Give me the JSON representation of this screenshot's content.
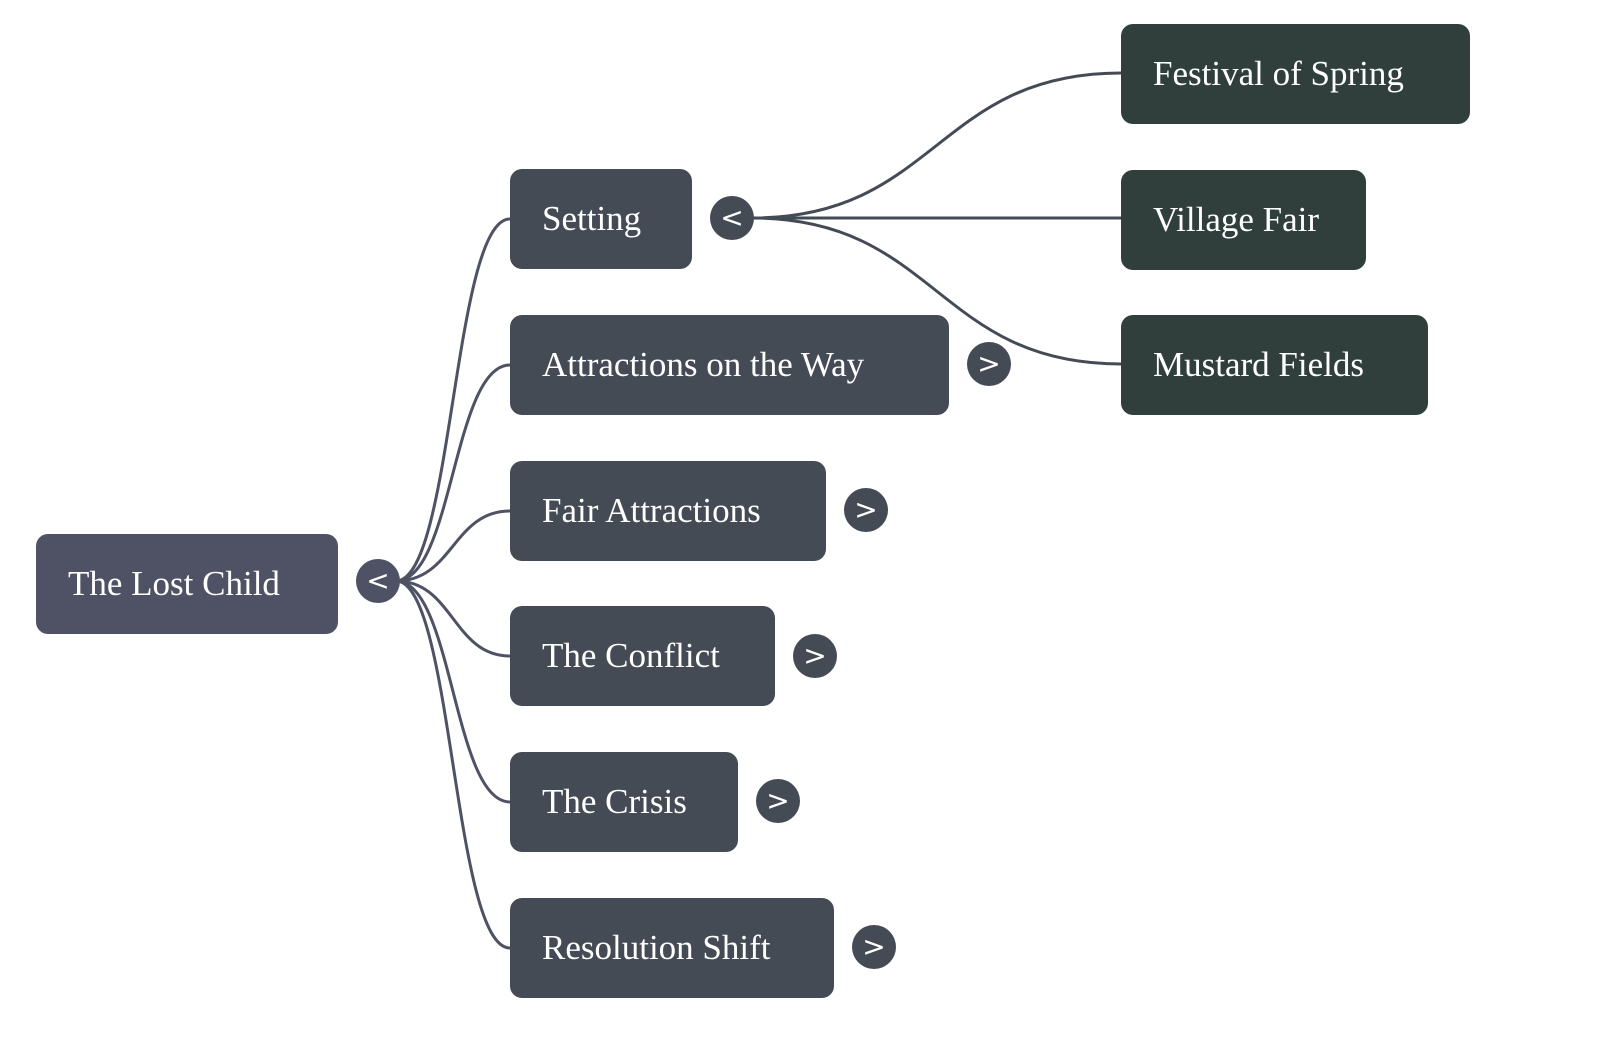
{
  "root": {
    "label": "The Lost Child",
    "toggle": "<",
    "toggle_icon": "collapse-chevron-left"
  },
  "branches": [
    {
      "label": "Setting",
      "toggle": "<",
      "expanded": true,
      "children": [
        {
          "label": "Festival of Spring"
        },
        {
          "label": "Village Fair"
        },
        {
          "label": "Mustard Fields"
        }
      ]
    },
    {
      "label": "Attractions on the Way",
      "toggle": ">",
      "expanded": false
    },
    {
      "label": "Fair Attractions",
      "toggle": ">",
      "expanded": false
    },
    {
      "label": "The Conflict",
      "toggle": ">",
      "expanded": false
    },
    {
      "label": "The Crisis",
      "toggle": ">",
      "expanded": false
    },
    {
      "label": "Resolution Shift",
      "toggle": ">",
      "expanded": false
    }
  ],
  "colors": {
    "root": "#4f5265",
    "level1": "#444b55",
    "level2": "#313f3c",
    "edge_root": "#4f5265",
    "edge_level1": "#444b55"
  }
}
